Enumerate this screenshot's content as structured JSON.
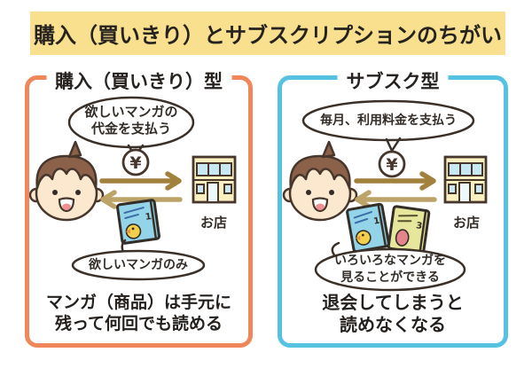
{
  "title": "購入（買いきり）とサブスクリプションのちがい",
  "colors": {
    "title_background": "#F8E08E",
    "purchase_border": "#F0875A",
    "subscription_border": "#55C2E2",
    "text": "#2B2723",
    "arrow_dark": "#A1813B",
    "arrow_light": "#BCA468"
  },
  "purchase_panel": {
    "heading": "購入（買いきり）型",
    "bubble_top_line1": "欲しいマンガの",
    "bubble_top_line2": "代金を支払う",
    "coin_symbol": "¥",
    "store_label": "お店",
    "book_number": "1",
    "bubble_bottom": "欲しいマンガのみ",
    "footer_line1": "マンガ（商品）は手元に",
    "footer_line2": "残って何回でも読める"
  },
  "subscription_panel": {
    "heading": "サブスク型",
    "bubble_top": "毎月、利用料金を支払う",
    "coin_symbol": "¥",
    "store_label": "お店",
    "book_numbers": [
      "1",
      "3"
    ],
    "bubble_bottom_line1": "いろいろなマンガを",
    "bubble_bottom_line2": "見ることができる",
    "footer_line1": "退会してしまうと",
    "footer_line2": "読めなくなる"
  }
}
